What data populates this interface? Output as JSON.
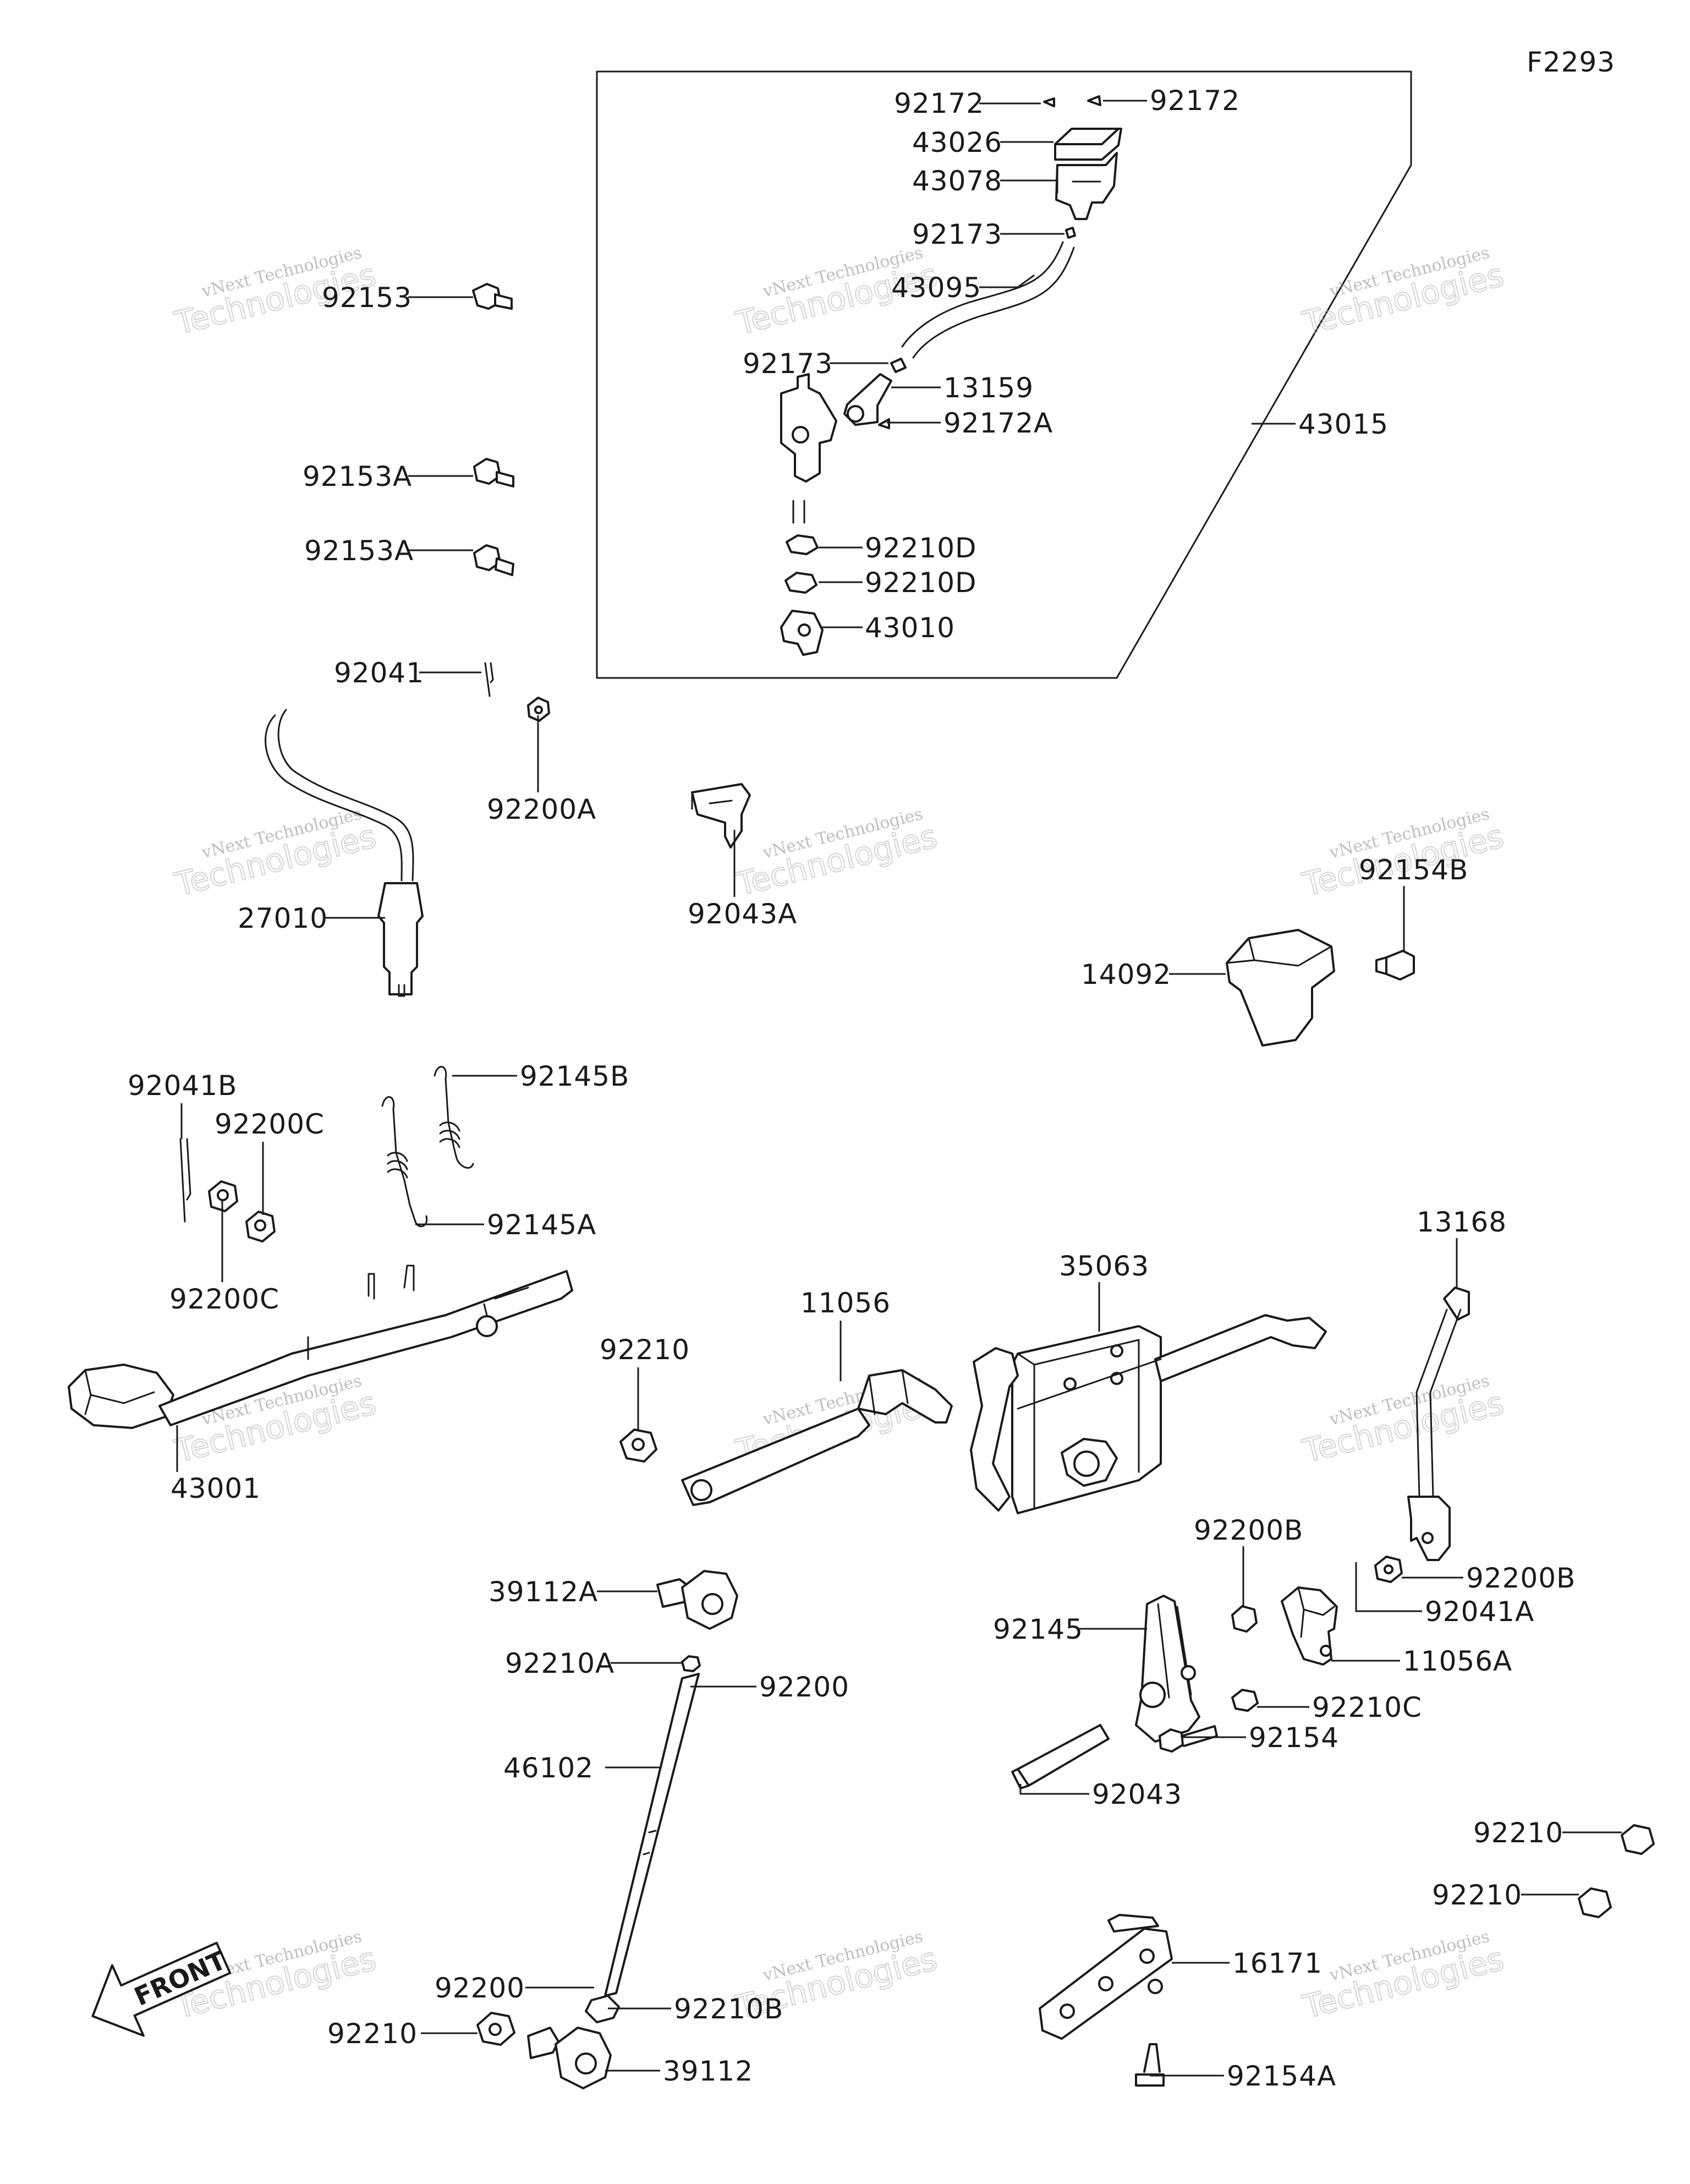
{
  "diagram_code": "F2293",
  "front_label": "FRONT",
  "watermark": {
    "line1": "vNext Technologies",
    "line2": "Technologies"
  },
  "labels": [
    {
      "key": "l_92172_a",
      "text": "92172"
    },
    {
      "key": "l_92172_b",
      "text": "92172"
    },
    {
      "key": "l_43026",
      "text": "43026"
    },
    {
      "key": "l_43078",
      "text": "43078"
    },
    {
      "key": "l_92173_a",
      "text": "92173"
    },
    {
      "key": "l_43095",
      "text": "43095"
    },
    {
      "key": "l_92173_b",
      "text": "92173"
    },
    {
      "key": "l_13159",
      "text": "13159"
    },
    {
      "key": "l_92172A",
      "text": "92172A"
    },
    {
      "key": "l_43015",
      "text": "43015"
    },
    {
      "key": "l_92210D_a",
      "text": "92210D"
    },
    {
      "key": "l_92210D_b",
      "text": "92210D"
    },
    {
      "key": "l_43010",
      "text": "43010"
    },
    {
      "key": "l_92153",
      "text": "92153"
    },
    {
      "key": "l_92153A_a",
      "text": "92153A"
    },
    {
      "key": "l_92153A_b",
      "text": "92153A"
    },
    {
      "key": "l_92041",
      "text": "92041"
    },
    {
      "key": "l_92200A",
      "text": "92200A"
    },
    {
      "key": "l_27010",
      "text": "27010"
    },
    {
      "key": "l_92043A",
      "text": "92043A"
    },
    {
      "key": "l_92154B",
      "text": "92154B"
    },
    {
      "key": "l_14092",
      "text": "14092"
    },
    {
      "key": "l_92041B",
      "text": "92041B"
    },
    {
      "key": "l_92200C_a",
      "text": "92200C"
    },
    {
      "key": "l_92200C_b",
      "text": "92200C"
    },
    {
      "key": "l_92145B",
      "text": "92145B"
    },
    {
      "key": "l_92145A",
      "text": "92145A"
    },
    {
      "key": "l_43001",
      "text": "43001"
    },
    {
      "key": "l_92210_a",
      "text": "92210"
    },
    {
      "key": "l_11056",
      "text": "11056"
    },
    {
      "key": "l_35063",
      "text": "35063"
    },
    {
      "key": "l_13168",
      "text": "13168"
    },
    {
      "key": "l_92200B_a",
      "text": "92200B"
    },
    {
      "key": "l_92200B_b",
      "text": "92200B"
    },
    {
      "key": "l_92041A",
      "text": "92041A"
    },
    {
      "key": "l_39112A",
      "text": "39112A"
    },
    {
      "key": "l_92210A",
      "text": "92210A"
    },
    {
      "key": "l_92200_a",
      "text": "92200"
    },
    {
      "key": "l_46102",
      "text": "46102"
    },
    {
      "key": "l_92145",
      "text": "92145"
    },
    {
      "key": "l_11056A",
      "text": "11056A"
    },
    {
      "key": "l_92210C",
      "text": "92210C"
    },
    {
      "key": "l_92154",
      "text": "92154"
    },
    {
      "key": "l_92043",
      "text": "92043"
    },
    {
      "key": "l_92210_b",
      "text": "92210"
    },
    {
      "key": "l_92210_c",
      "text": "92210"
    },
    {
      "key": "l_16171",
      "text": "16171"
    },
    {
      "key": "l_92200_b",
      "text": "92200"
    },
    {
      "key": "l_92210B",
      "text": "92210B"
    },
    {
      "key": "l_92210_d",
      "text": "92210"
    },
    {
      "key": "l_39112",
      "text": "39112"
    },
    {
      "key": "l_92154A",
      "text": "92154A"
    }
  ]
}
